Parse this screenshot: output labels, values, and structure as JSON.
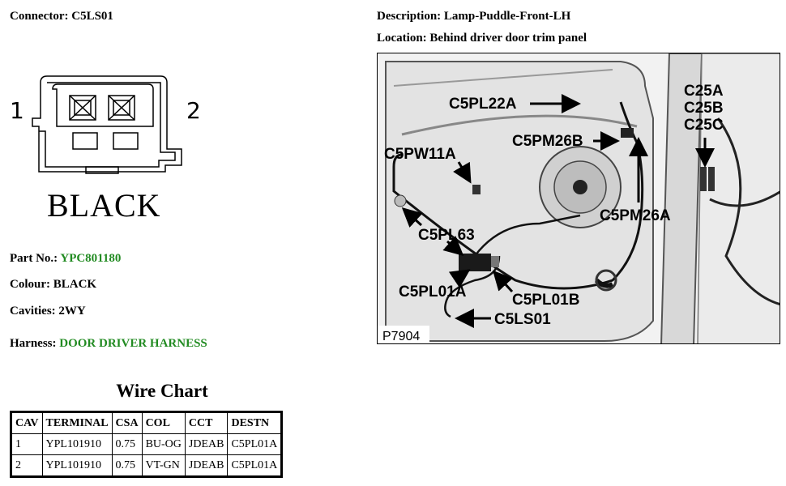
{
  "header": {
    "connector_label": "Connector:",
    "connector_value": "C5LS01",
    "description_label": "Description:",
    "description_value": "Lamp-Puddle-Front-LH",
    "location_label": "Location:",
    "location_value": "Behind driver door trim panel"
  },
  "connector_drawing": {
    "pin_left": "1",
    "pin_right": "2",
    "colour_text": "BLACK"
  },
  "details": {
    "part_no_label": "Part No.:",
    "part_no_value": "YPC801180",
    "colour_label": "Colour:",
    "colour_value": "BLACK",
    "cavities_label": "Cavities:",
    "cavities_value": "2WY",
    "harness_label": "Harness:",
    "harness_value": "DOOR DRIVER HARNESS",
    "link_color": "#228b22"
  },
  "locator": {
    "image_id": "P7904",
    "callouts": {
      "c5pl22a": "C5PL22A",
      "c5pm26b": "C5PM26B",
      "c25a": "C25A",
      "c25b": "C25B",
      "c25c": "C25C",
      "c5pw11a": "C5PW11A",
      "c5pm26a": "C5PM26A",
      "c5pl63": "C5PL63",
      "c5pl01a": "C5PL01A",
      "c5pl01b": "C5PL01B",
      "c5ls01": "C5LS01"
    }
  },
  "wire_chart": {
    "title": "Wire Chart",
    "headers": [
      "CAV",
      "TERMINAL",
      "CSA",
      "COL",
      "CCT",
      "DESTN"
    ],
    "rows": [
      [
        "1",
        "YPL101910",
        "0.75",
        "BU-OG",
        "JDEAB",
        "C5PL01A"
      ],
      [
        "2",
        "YPL101910",
        "0.75",
        "VT-GN",
        "JDEAB",
        "C5PL01A"
      ]
    ]
  }
}
